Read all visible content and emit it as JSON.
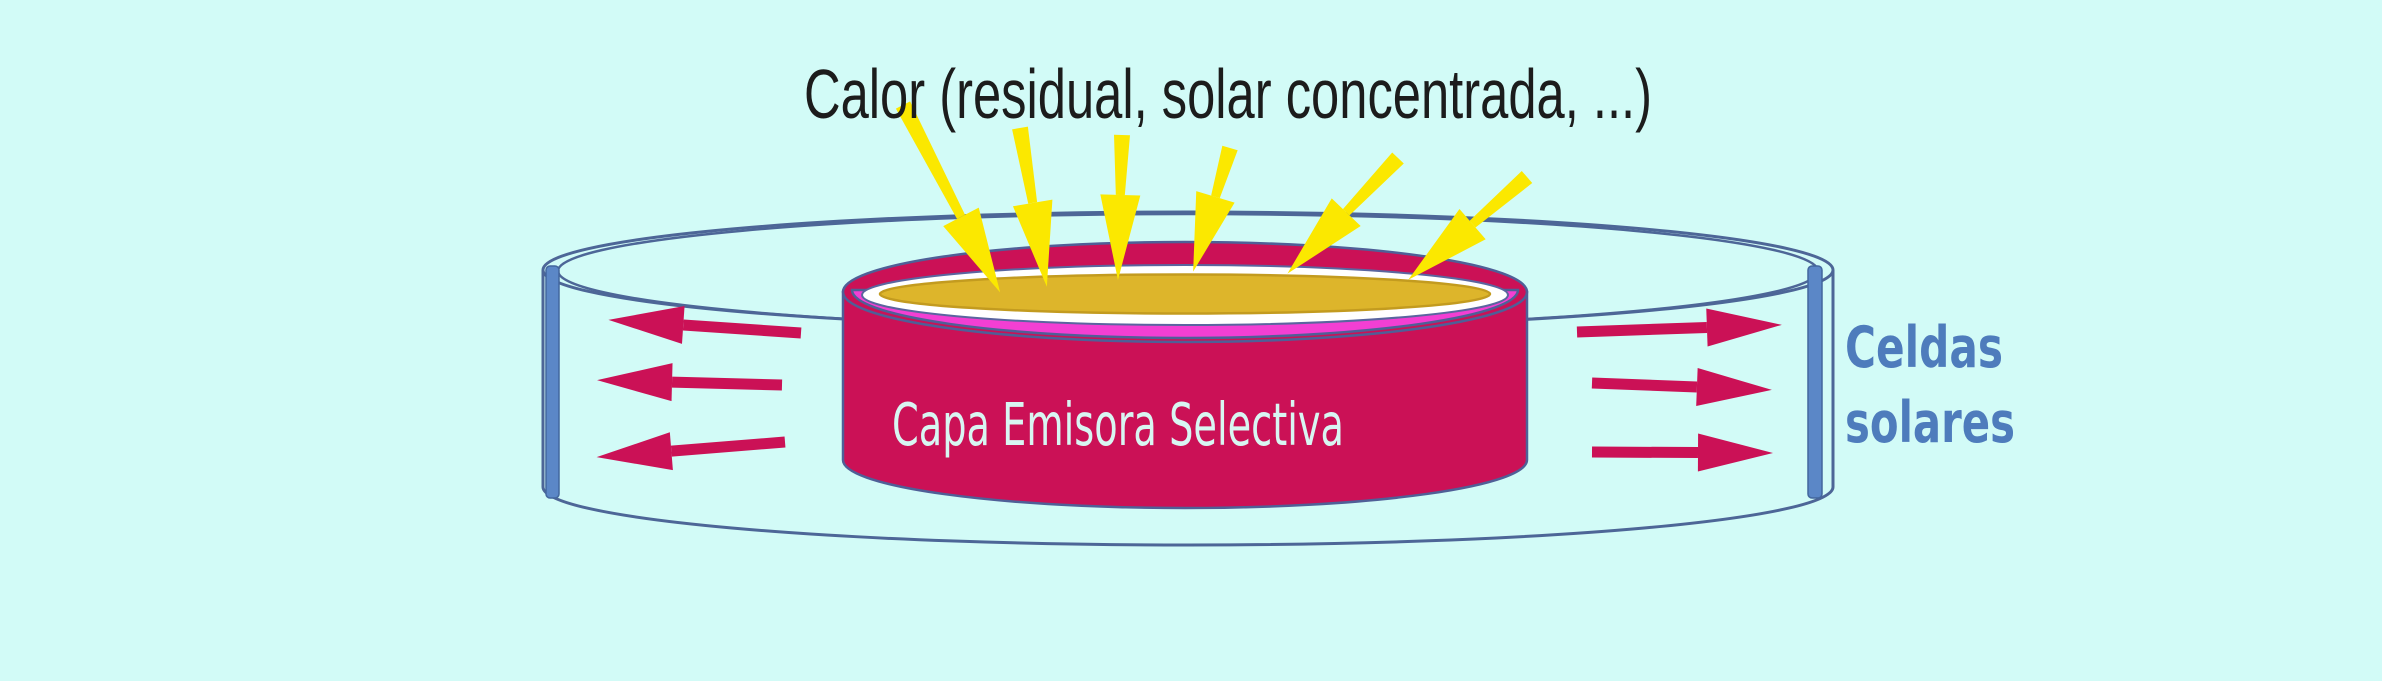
{
  "diagram": {
    "title": "Calor (residual, solar concentrada, ...)",
    "emitter_label": "Capa Emisora Selectiva",
    "solar_cells_label": {
      "line1": "Celdas",
      "line2": "solares"
    },
    "heat_arrows_count": 6,
    "emission_arrows_left_count": 3,
    "emission_arrows_right_count": 3,
    "colors": {
      "background": "#d2fbf7",
      "emitter_crimson": "#cb1156",
      "inner_lining_magenta": "#f33fd3",
      "hot_surface_gold": "#ddb52b",
      "rim_white": "#ffffff",
      "heat_arrow_yellow": "#fbe800",
      "solar_cell_bar_blue": "#5b87c7",
      "solar_cells_text_blue": "#4e7cbc",
      "outline_slate": "#4d6697",
      "title_black": "#1c1c1c",
      "emitter_label_text": "#d8f6f2"
    }
  }
}
